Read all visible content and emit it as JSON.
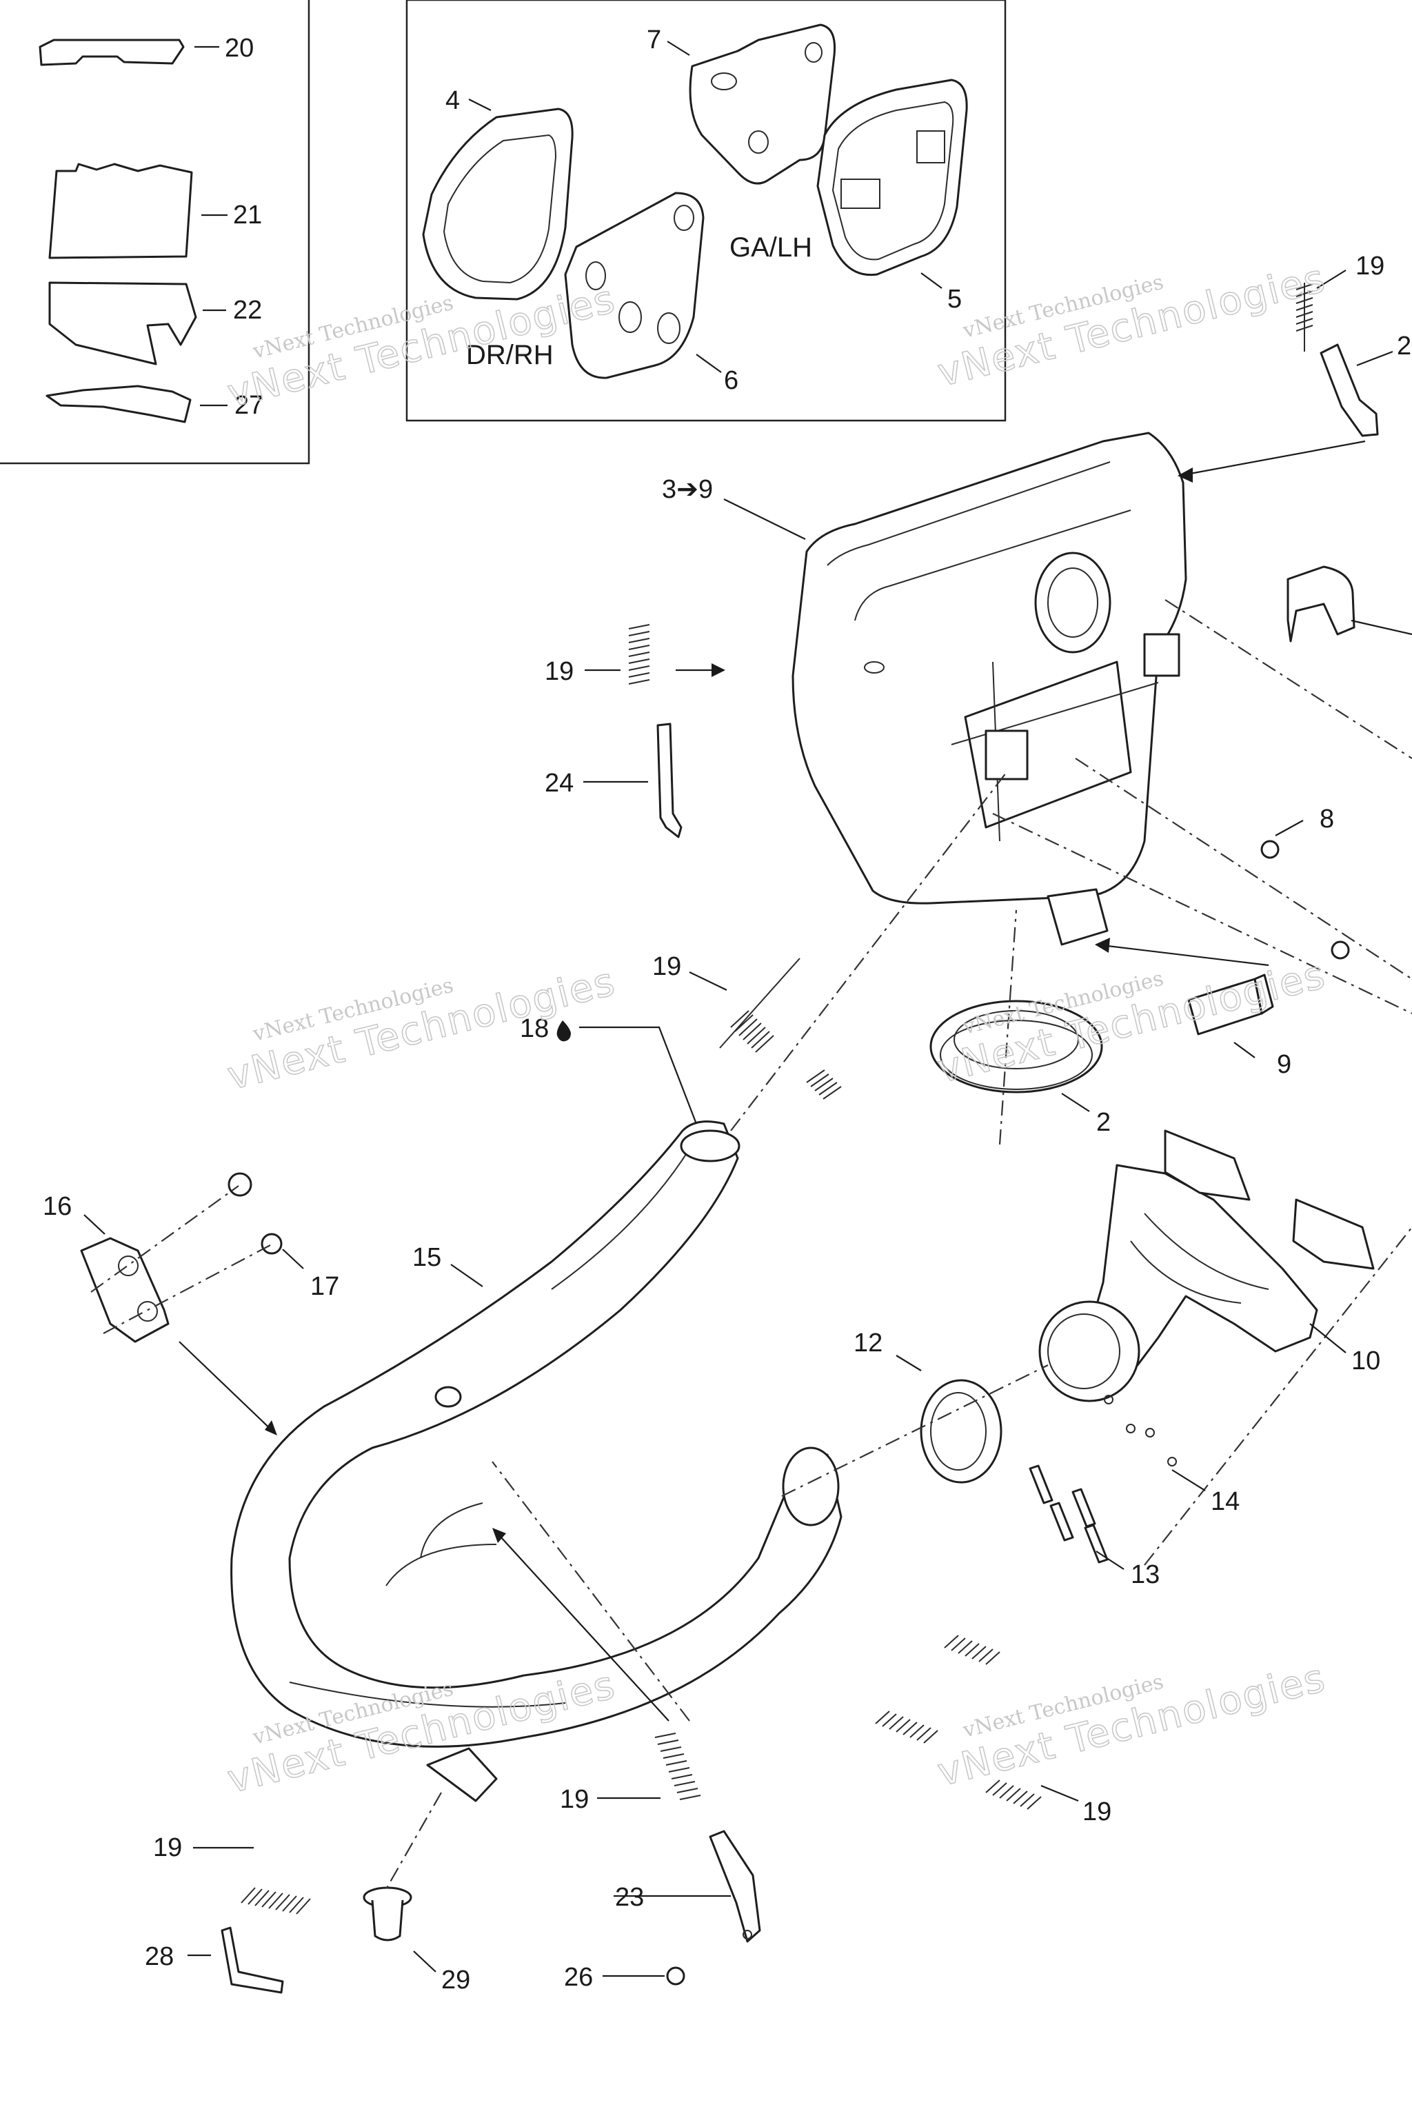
{
  "callouts": {
    "c20": "20",
    "c21": "21",
    "c22": "22",
    "c27": "27",
    "c4": "4",
    "c7": "7",
    "c5": "5",
    "c6": "6",
    "c19a": "19",
    "c2a": "2",
    "c3to9": "3➔9",
    "c19b": "19",
    "c24": "24",
    "c8": "8",
    "c19c": "19",
    "c18": "18",
    "c9": "9",
    "c2b": "2",
    "c16": "16",
    "c17": "17",
    "c15": "15",
    "c12": "12",
    "c10": "10",
    "c14": "14",
    "c13": "13",
    "c19d": "19",
    "c19e": "19",
    "c23": "23",
    "c28": "28",
    "c29": "29",
    "c26": "26"
  },
  "labels": {
    "ga_lh": "GA/LH",
    "dr_rh": "DR/RH"
  },
  "watermarks": [
    {
      "top": "vNext Technologies",
      "bottom": "vNext Technologies"
    },
    {
      "top": "vNext Technologies",
      "bottom": "vNext Technologies"
    },
    {
      "top": "vNext Technologies",
      "bottom": "vNext Technologies"
    },
    {
      "top": "vNext Technologies",
      "bottom": "vNext Technologies"
    },
    {
      "top": "vNext Technologies",
      "bottom": "vNext Technologies"
    },
    {
      "top": "vNext Technologies",
      "bottom": "vNext Technologies"
    }
  ],
  "colors": {
    "line": "#1e1e1e",
    "watermark": "#c9c9c9",
    "background": "#ffffff"
  }
}
